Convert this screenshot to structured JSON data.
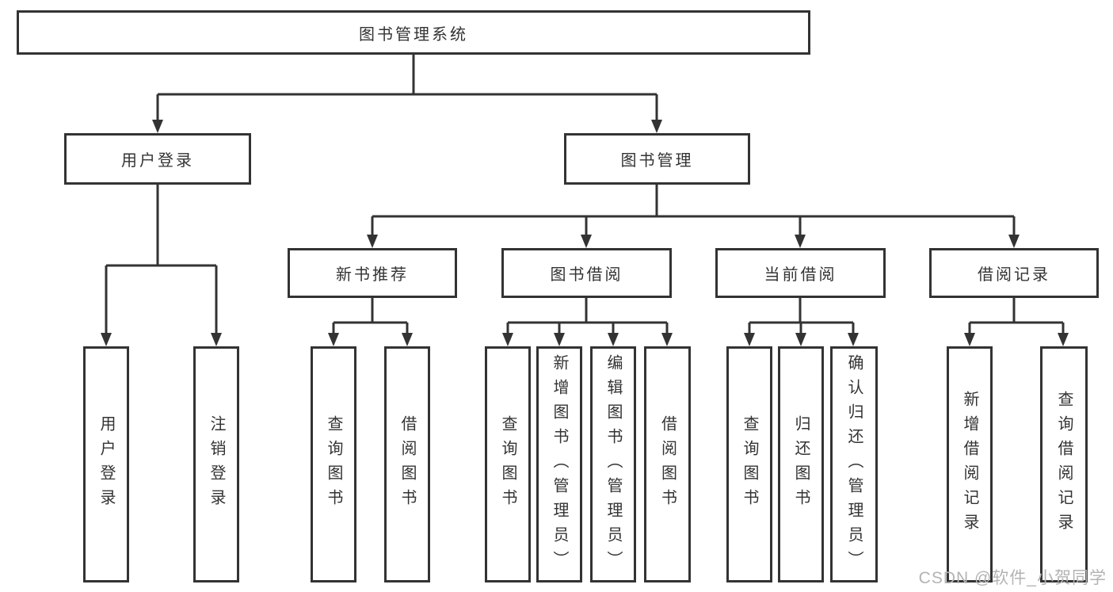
{
  "diagram": {
    "root": "图书管理系统",
    "branches": {
      "user_login": {
        "label": "用户登录",
        "children": [
          "用户登录",
          "注销登录"
        ]
      },
      "book_management": {
        "label": "图书管理"
      }
    },
    "sections": {
      "new_book": {
        "label": "新书推荐",
        "children": [
          "查询图书",
          "借阅图书"
        ]
      },
      "book_borrow": {
        "label": "图书借阅",
        "children": [
          "查询图书",
          "新增图书（管理员）",
          "编辑图书（管理员）",
          "借阅图书"
        ]
      },
      "current_borrow": {
        "label": "当前借阅",
        "children": [
          "查询图书",
          "归还图书",
          "确认归还（管理员）"
        ]
      },
      "borrow_record": {
        "label": "借阅记录",
        "children": [
          "新增借阅记录",
          "查询借阅记录"
        ]
      }
    }
  },
  "watermark": "CSDN @软件_小贺同学",
  "colors": {
    "line": "#333333",
    "text": "#333333",
    "box_background": "#ffffff",
    "watermark": "#b3b3b3"
  }
}
